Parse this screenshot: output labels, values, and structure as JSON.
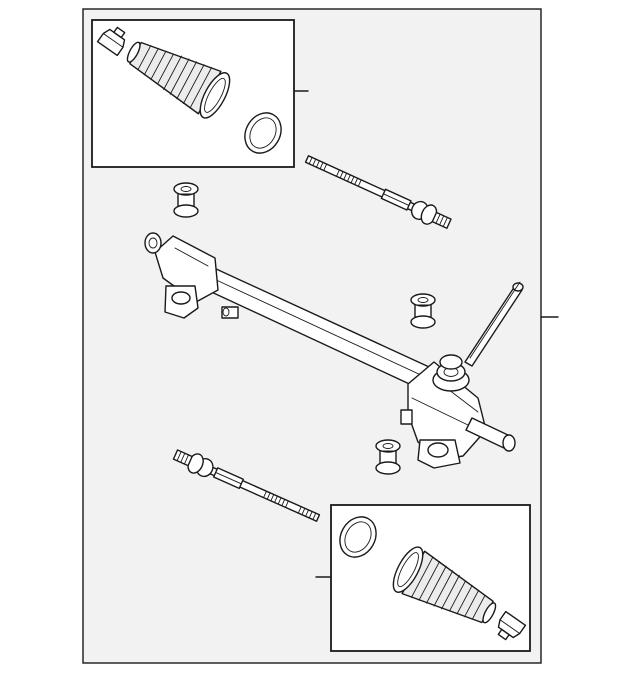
{
  "diagram": {
    "parts": [
      {
        "id": "boot-kit-upper",
        "icon": "boot-clamp-ring-kit"
      },
      {
        "id": "inner-tie-rod-upper",
        "icon": "tie-rod"
      },
      {
        "id": "mount-bushing-1",
        "icon": "bushing"
      },
      {
        "id": "steering-gear-assembly",
        "icon": "rack-and-pinion"
      },
      {
        "id": "mount-bushing-2",
        "icon": "bushing"
      },
      {
        "id": "mount-bushing-3",
        "icon": "bushing"
      },
      {
        "id": "inner-tie-rod-lower",
        "icon": "tie-rod"
      },
      {
        "id": "boot-kit-lower",
        "icon": "boot-clamp-ring-kit"
      }
    ],
    "colors": {
      "line": "#1a1a1a",
      "frame_fill": "#f2f2f2",
      "box_fill": "#ffffff"
    }
  }
}
